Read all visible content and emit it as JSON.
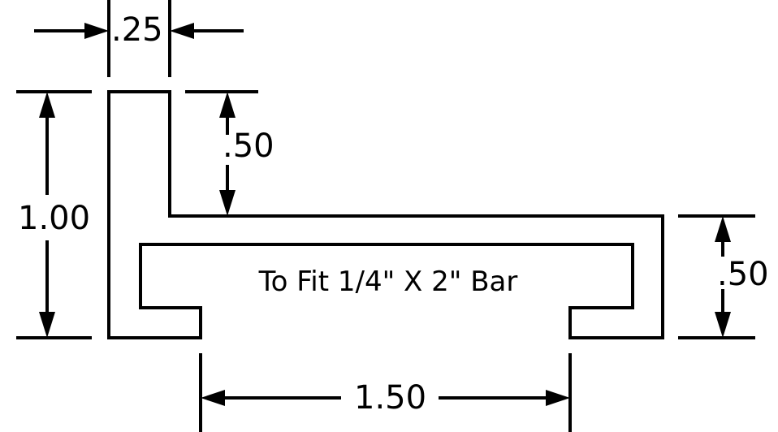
{
  "dimensions": {
    "top_width": ".25",
    "top_depth": ".50",
    "overall_height": "1.00",
    "right_height": ".50",
    "bottom_width": "1.50"
  },
  "note": "To Fit 1/4\" X 2\" Bar",
  "colors": {
    "line": "#000000",
    "background": "#ffffff"
  }
}
